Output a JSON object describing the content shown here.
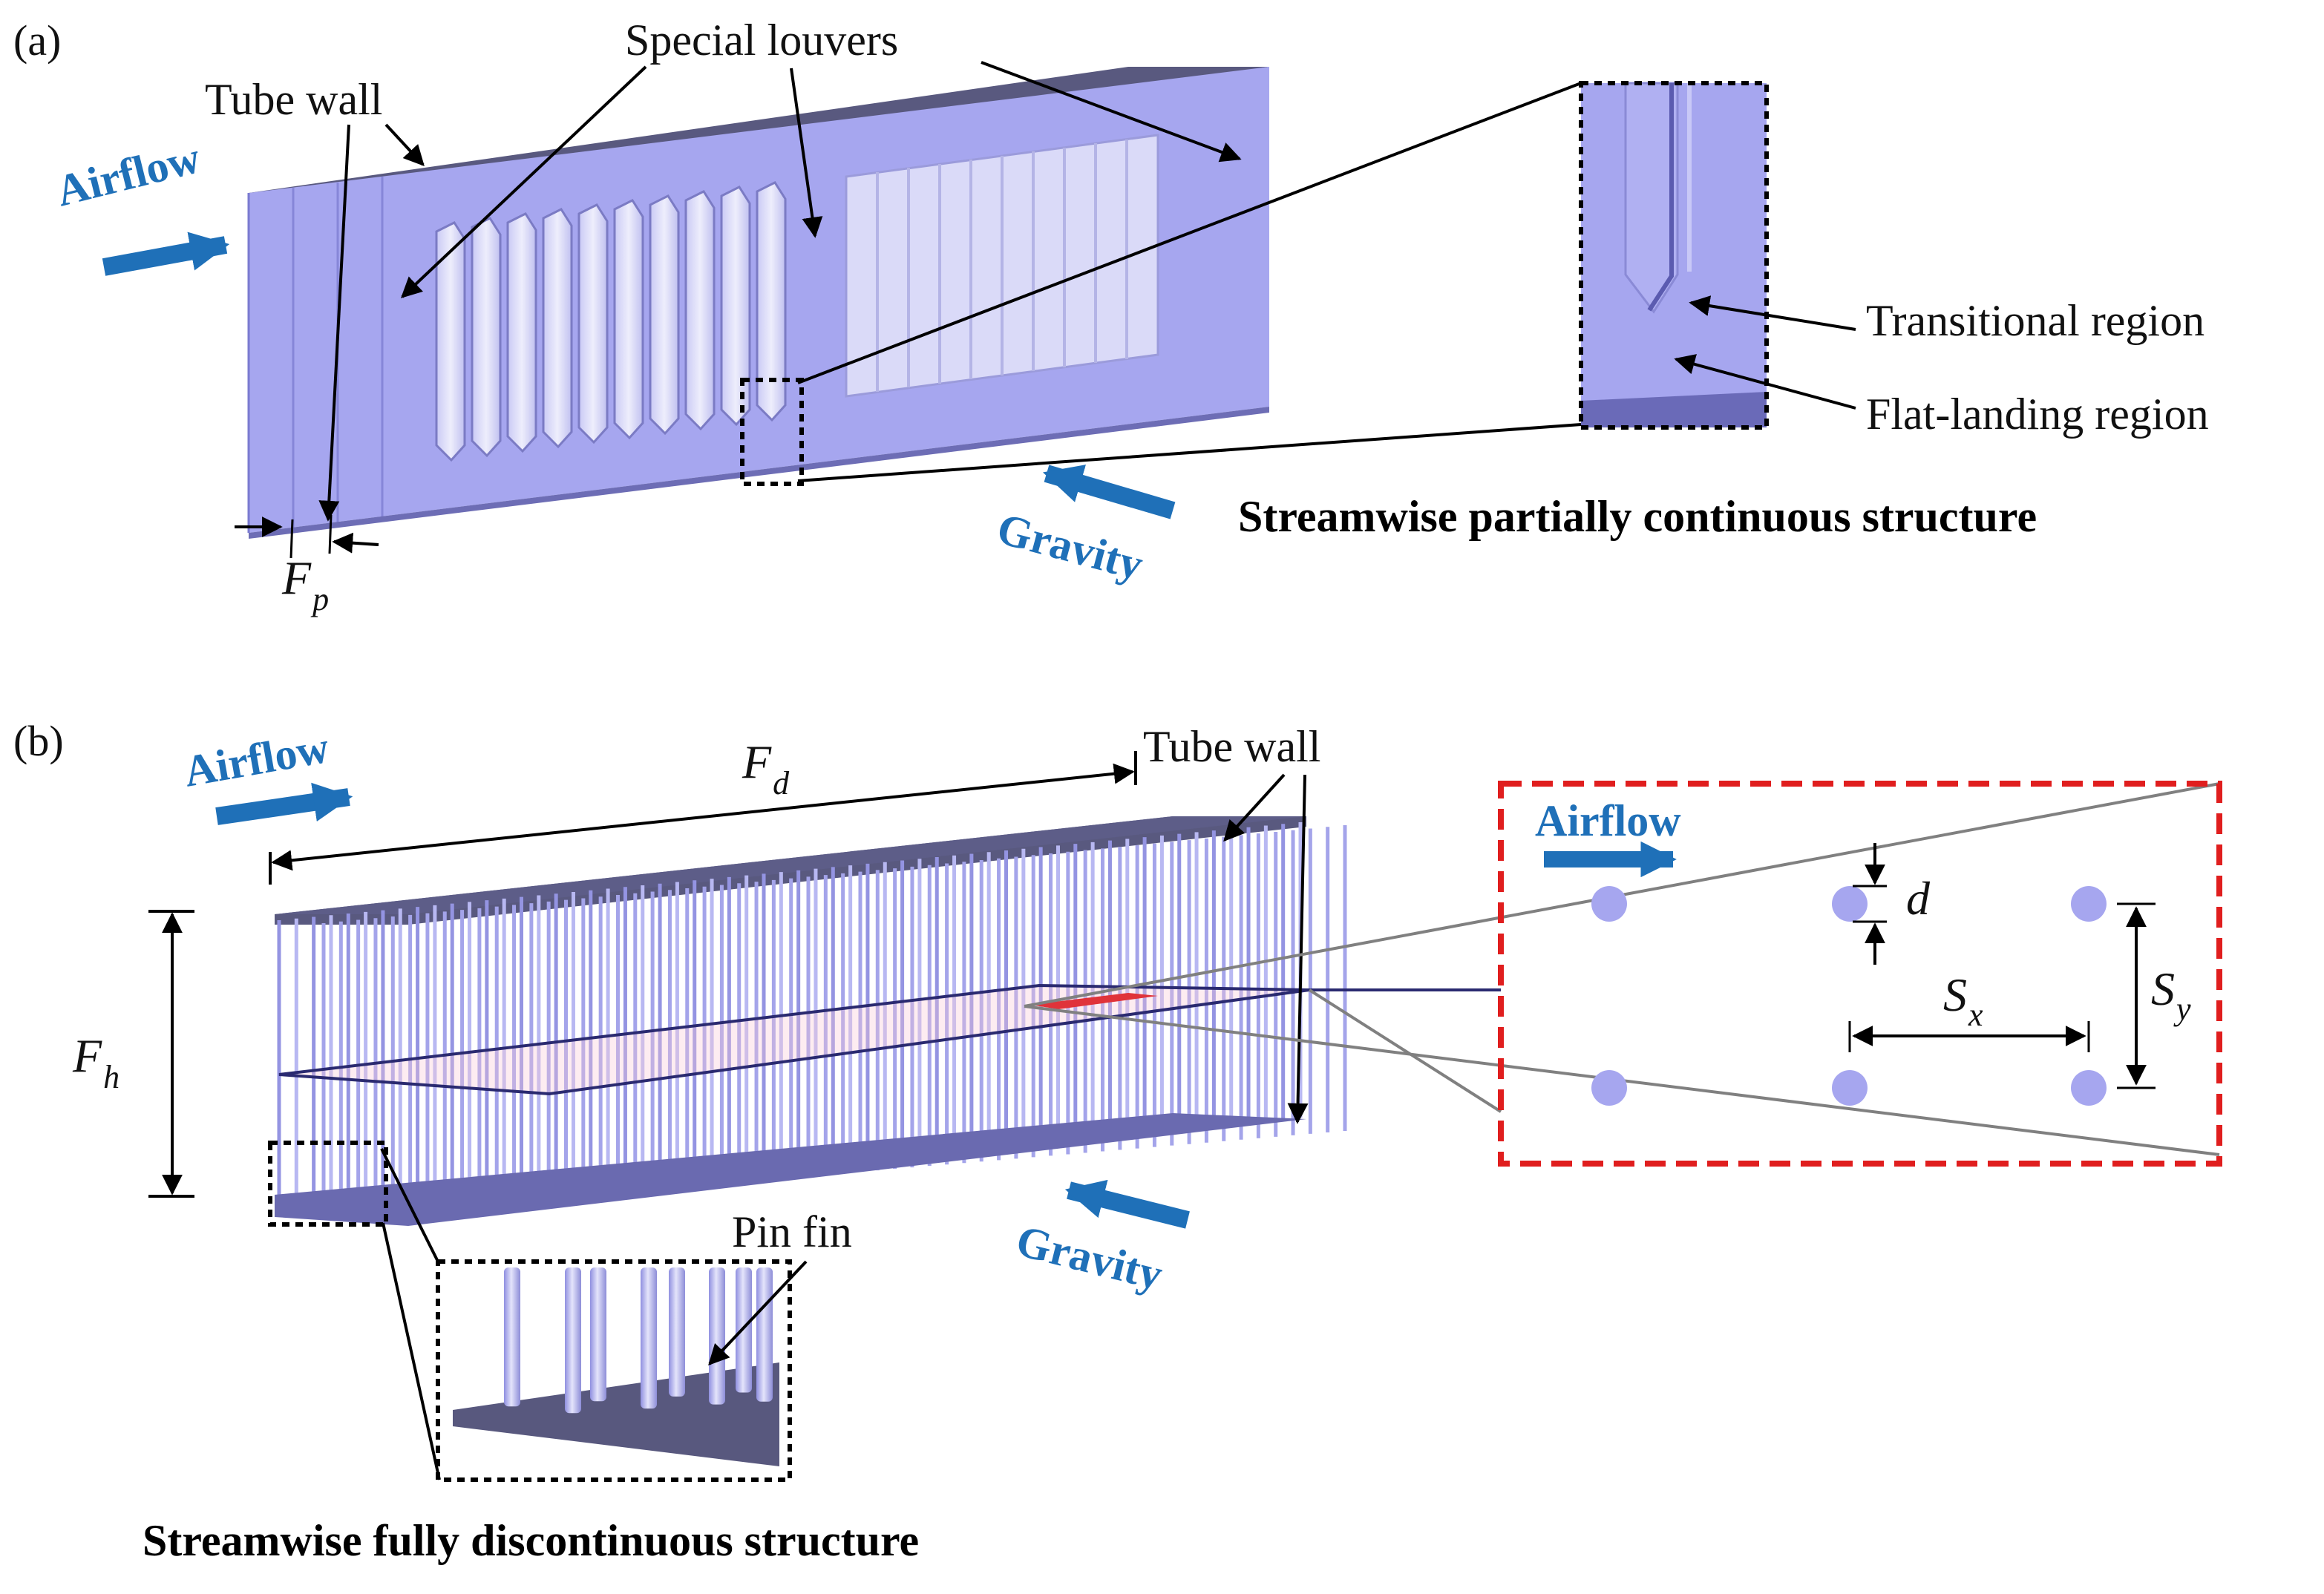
{
  "panel_a": {
    "label": "(a)",
    "airflow": "Airflow",
    "gravity": "Gravity",
    "tube_wall": "Tube wall",
    "special_louvers": "Special louvers",
    "fp_main": "F",
    "fp_sub": "p",
    "transitional_region": "Transitional region",
    "flat_landing_region": "Flat-landing region",
    "caption": "Streamwise partially continuous structure"
  },
  "panel_b": {
    "label": "(b)",
    "airflow": "Airflow",
    "gravity": "Gravity",
    "tube_wall": "Tube wall",
    "fd_main": "F",
    "fd_sub": "d",
    "fh_main": "F",
    "fh_sub": "h",
    "pin_fin": "Pin fin",
    "inset_airflow": "Airflow",
    "d_label": "d",
    "sx_main": "S",
    "sx_sub": "x",
    "sy_main": "S",
    "sy_sub": "y",
    "caption": "Streamwise fully discontinuous structure"
  },
  "colors": {
    "fin_face": "#a6a6ef",
    "fin_top": "#59597f",
    "louver_light": "#d4d4f7",
    "accent_blue": "#1f70b8",
    "highlight_red": "#e0333a",
    "inset_border": "#e01e1e"
  }
}
